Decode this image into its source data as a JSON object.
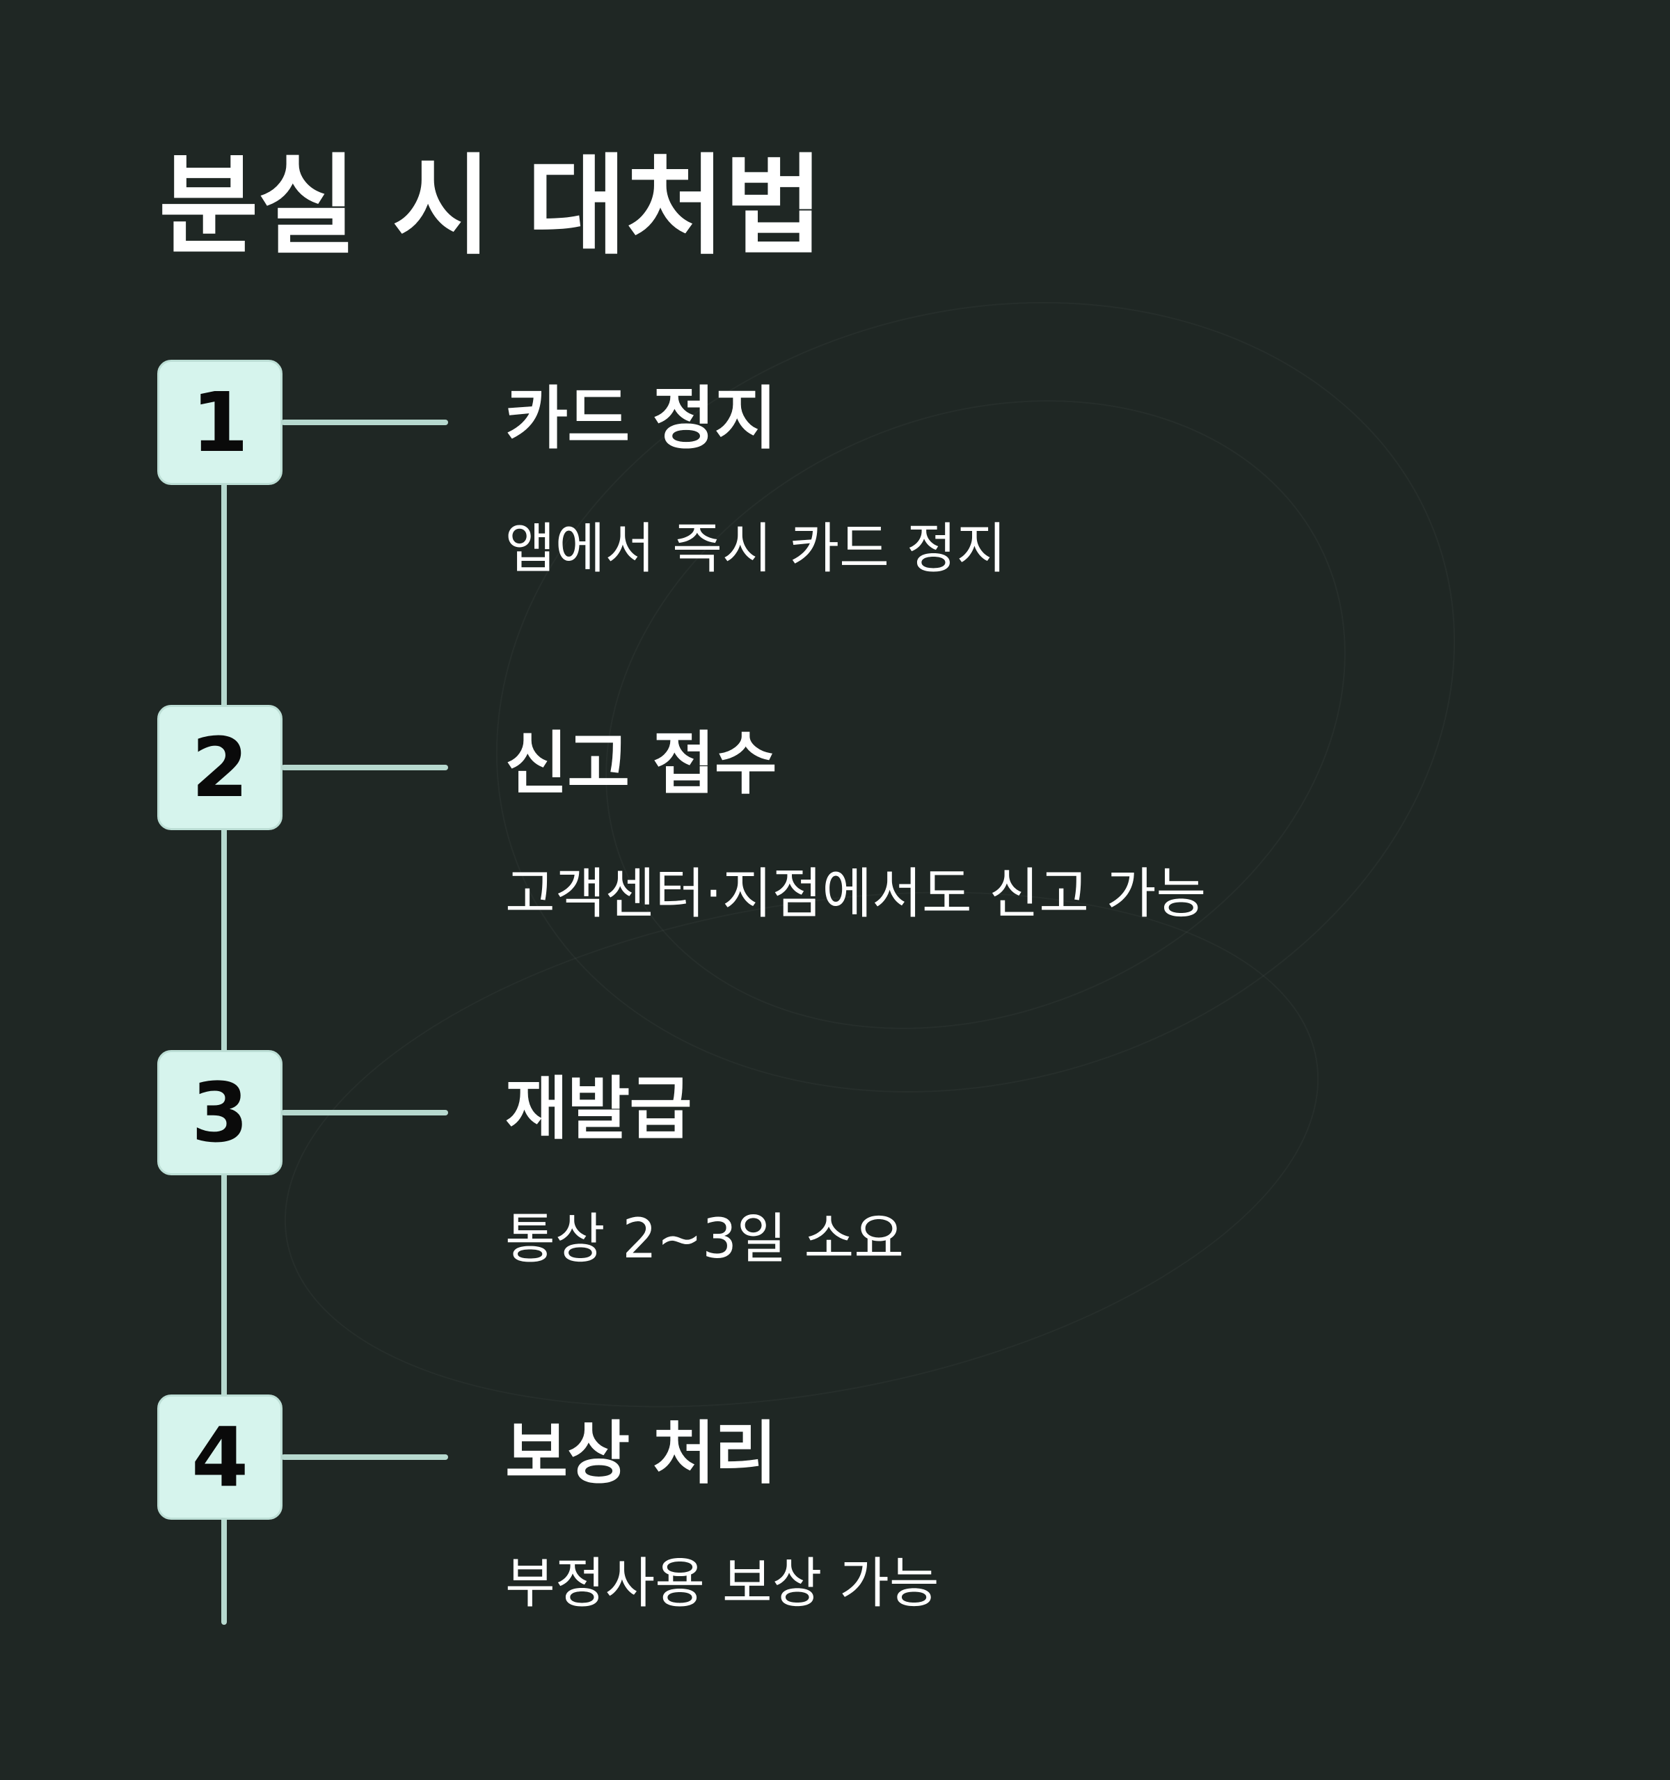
{
  "page": {
    "title": "분실 시 대처법"
  },
  "steps": [
    {
      "number": "1",
      "title": "카드 정지",
      "description": "앱에서 즉시 카드 정지"
    },
    {
      "number": "2",
      "title": "신고 접수",
      "description": "고객센터·지점에서도 신고 가능"
    },
    {
      "number": "3",
      "title": "재발급",
      "description": "통상 2~3일 소요"
    },
    {
      "number": "4",
      "title": "보상 처리",
      "description": "부정사용 보상 가능"
    }
  ],
  "colors": {
    "background": "#1f2724",
    "badge_fill": "#d6f4ed",
    "line": "#b7d9cf",
    "text": "#ffffff",
    "badge_text": "#0a0a0a"
  }
}
